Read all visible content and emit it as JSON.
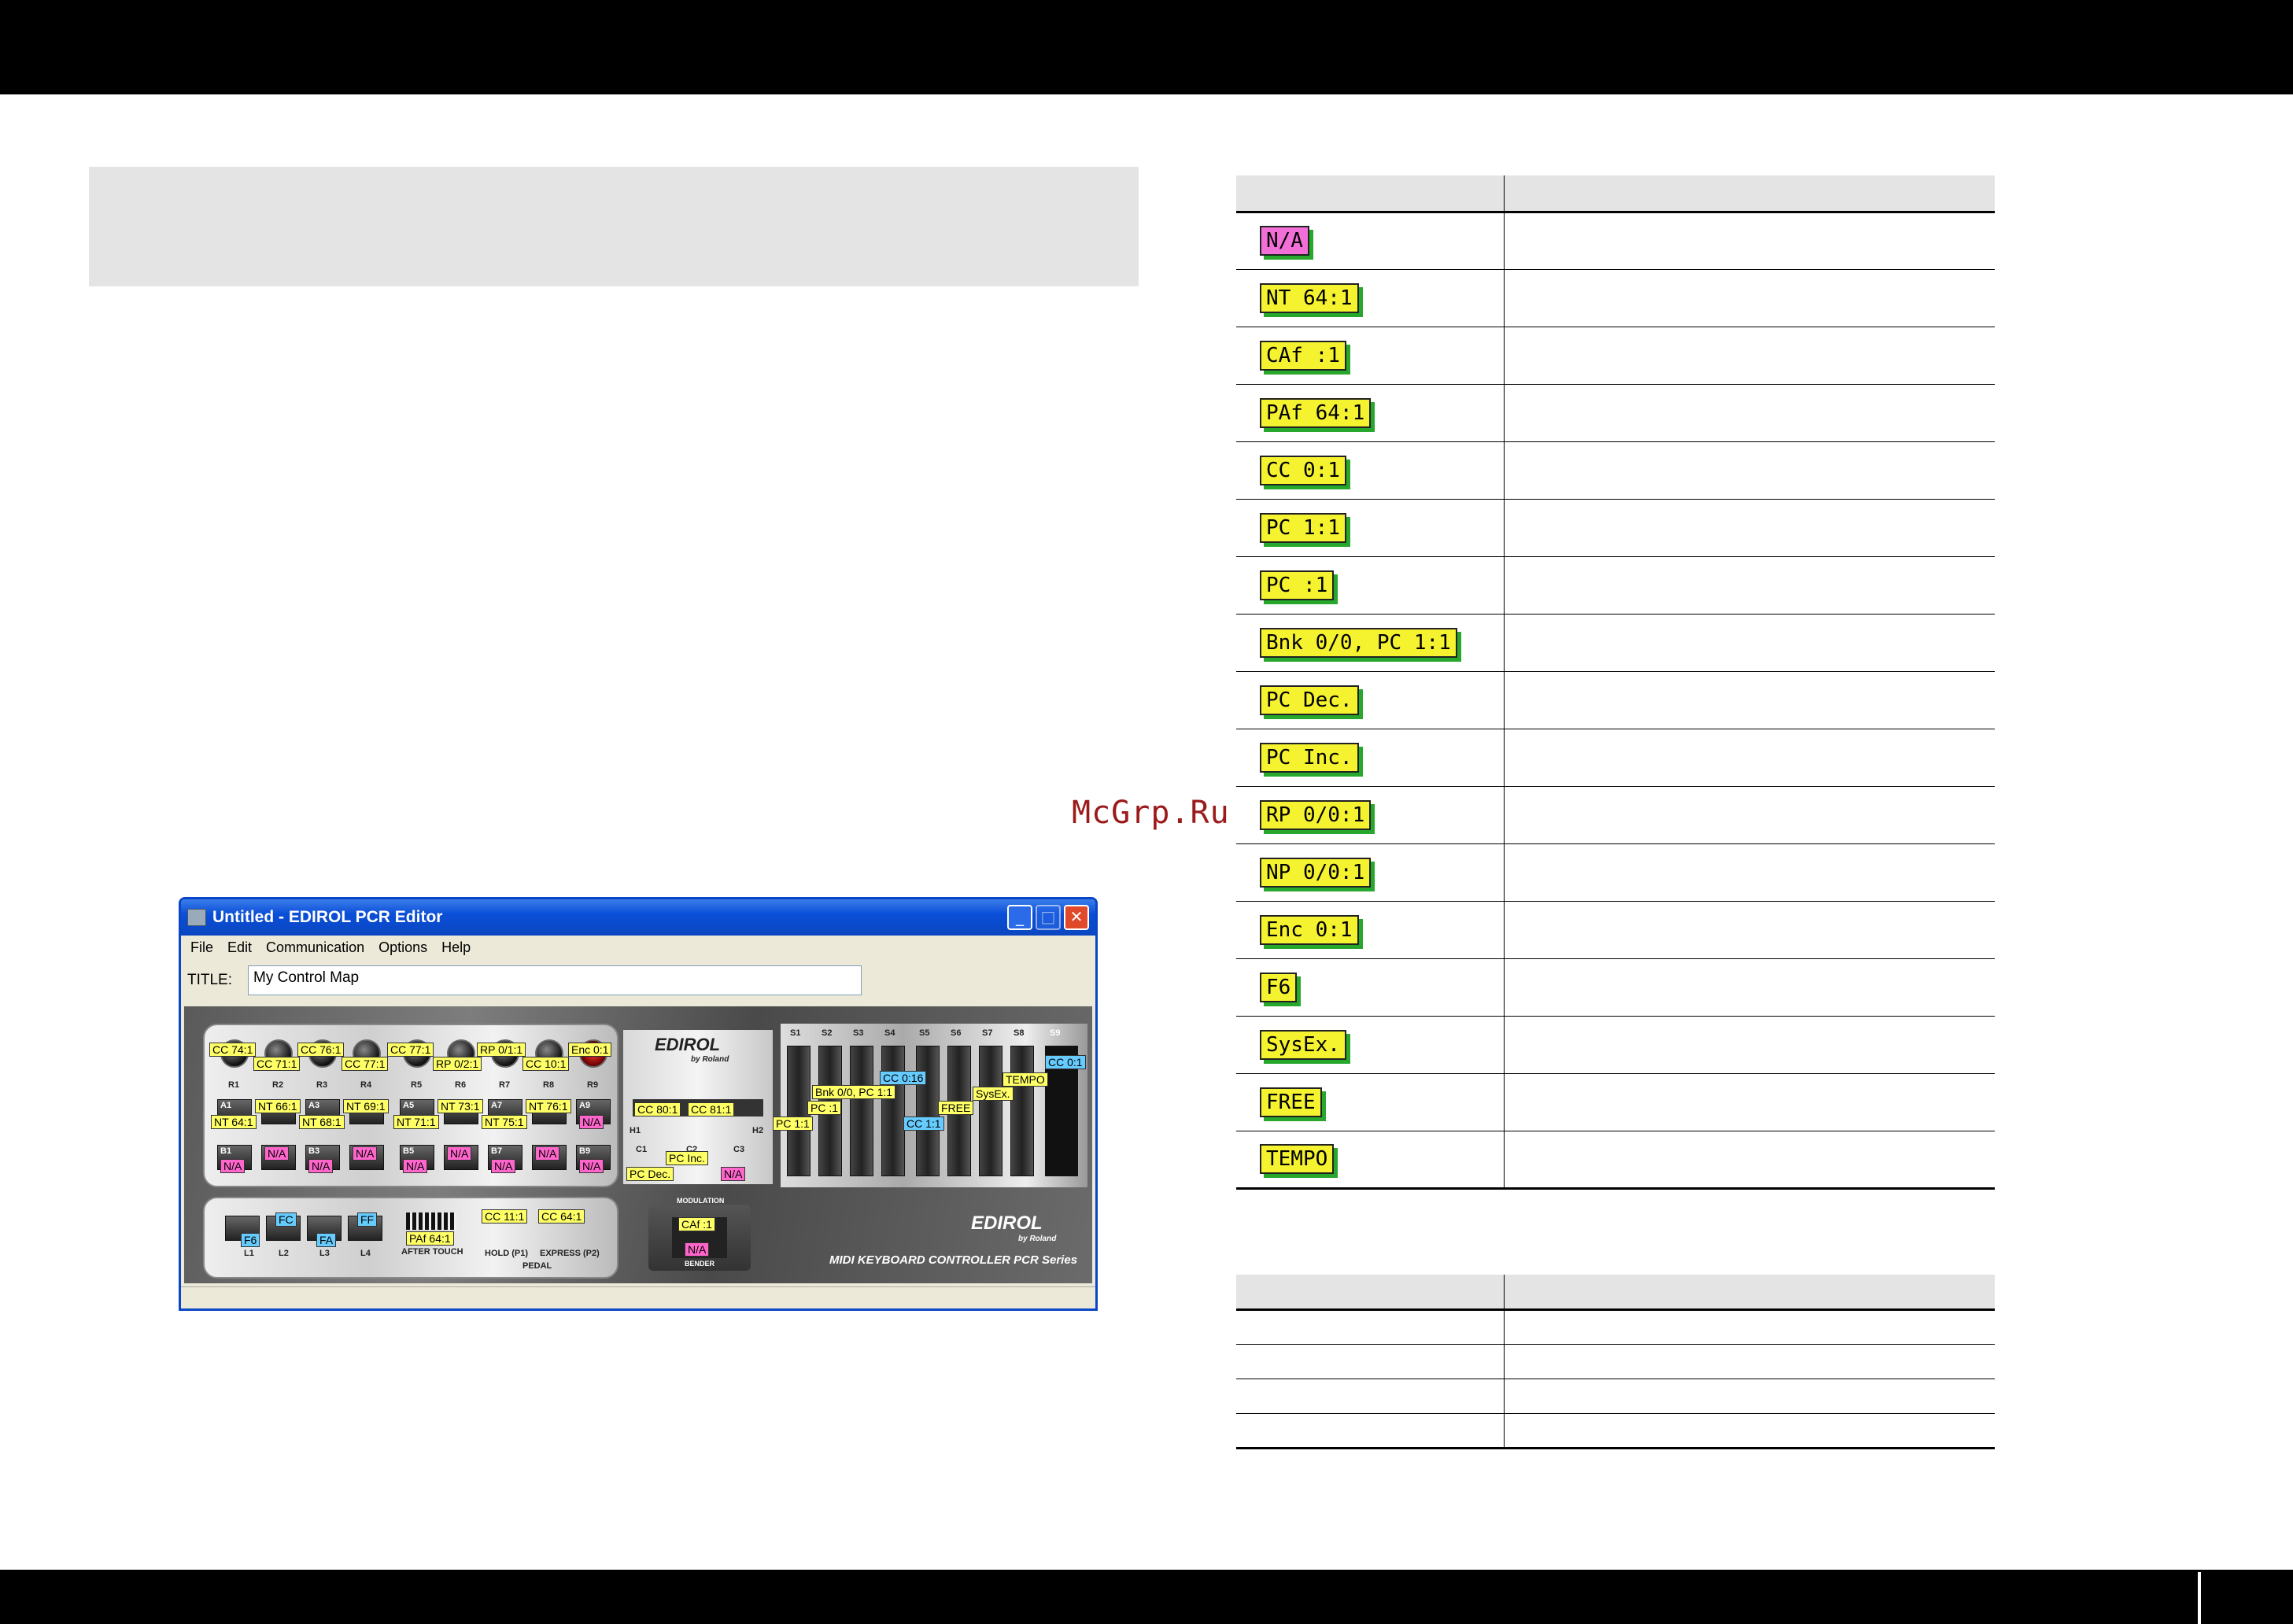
{
  "watermark": "McGrp.Ru",
  "editor": {
    "window_title": "Untitled - EDIROL PCR Editor",
    "menu": [
      "File",
      "Edit",
      "Communication",
      "Options",
      "Help"
    ],
    "title_label": "TITLE:",
    "title_value": "My Control Map",
    "brand": "EDIROL",
    "brand_sub": "by Roland",
    "brand_tagline": "MIDI KEYBOARD CONTROLLER  PCR Series",
    "knob_tags": [
      "CC 74:1",
      "CC 71:1",
      "CC 76:1",
      "CC 77:1",
      "CC 77:1",
      "RP 0/2:1",
      "RP 0/1:1",
      "CC 10:1",
      "Enc 0:1"
    ],
    "knob_labels": [
      "R1",
      "R2",
      "R3",
      "R4",
      "R5",
      "R6",
      "R7",
      "R8",
      "R9"
    ],
    "pad_a_labels": [
      "A1",
      "A3",
      "A5",
      "A7",
      "A9"
    ],
    "pad_a_tags": [
      "NT 64:1",
      "NT 66:1",
      "NT 68:1",
      "NT 69:1",
      "NT 71:1",
      "NT 73:1",
      "NT 75:1",
      "NT 76:1",
      "N/A"
    ],
    "pad_b_labels": [
      "B1",
      "B3",
      "B5",
      "B7",
      "B9"
    ],
    "pad_b_tags": [
      "N/A",
      "N/A",
      "N/A",
      "N/A",
      "N/A",
      "N/A",
      "N/A",
      "N/A",
      "N/A"
    ],
    "slider_tags": [
      "CC 80:1",
      "CC 81:1",
      "PC Inc.",
      "PC Dec.",
      "N/A"
    ],
    "slider_labels": [
      "H1",
      "H2",
      "C1",
      "C2",
      "C3"
    ],
    "fader_labels": [
      "S1",
      "S2",
      "S3",
      "S4",
      "S5",
      "S6",
      "S7",
      "S8",
      "S9"
    ],
    "fader_tags": [
      "CC 0:16",
      "Bnk 0/0, PC 1:1",
      "PC :1",
      "PC 1:1",
      "FREE",
      "SysEx.",
      "TEMPO",
      "CC 1:1",
      "CC 0:1"
    ],
    "lower_labels": [
      "L1",
      "L2",
      "L3",
      "L4",
      "AFTER TOUCH",
      "HOLD (P1)",
      "EXPRESS (P2)",
      "PEDAL"
    ],
    "lower_tags": [
      "F6",
      "FC",
      "FA",
      "FF",
      "PAf 64:1",
      "CC 11:1",
      "CC 64:1"
    ],
    "wheel_labels": [
      "MODULATION",
      "BENDER"
    ],
    "wheel_tags": [
      "CAf :1",
      "N/A"
    ]
  },
  "legend": {
    "rows": [
      {
        "chip": "N/A",
        "color": "#f36fd8"
      },
      {
        "chip": "NT 64:1",
        "color": "#f5f230"
      },
      {
        "chip": "CAf :1",
        "color": "#f5f230"
      },
      {
        "chip": "PAf 64:1",
        "color": "#f5f230"
      },
      {
        "chip": "CC 0:1",
        "color": "#f5f230"
      },
      {
        "chip": "PC 1:1",
        "color": "#f5f230"
      },
      {
        "chip": "PC :1",
        "color": "#f5f230"
      },
      {
        "chip": "Bnk 0/0, PC 1:1",
        "color": "#f5f230"
      },
      {
        "chip": "PC Dec.",
        "color": "#f5f230"
      },
      {
        "chip": "PC Inc.",
        "color": "#f5f230"
      },
      {
        "chip": "RP 0/0:1",
        "color": "#f5f230"
      },
      {
        "chip": "NP 0/0:1",
        "color": "#f5f230"
      },
      {
        "chip": "Enc 0:1",
        "color": "#f5f230"
      },
      {
        "chip": "F6",
        "color": "#f5f230"
      },
      {
        "chip": "SysEx.",
        "color": "#f5f230"
      },
      {
        "chip": "FREE",
        "color": "#f5f230"
      },
      {
        "chip": "TEMPO",
        "color": "#f5f230"
      }
    ]
  }
}
